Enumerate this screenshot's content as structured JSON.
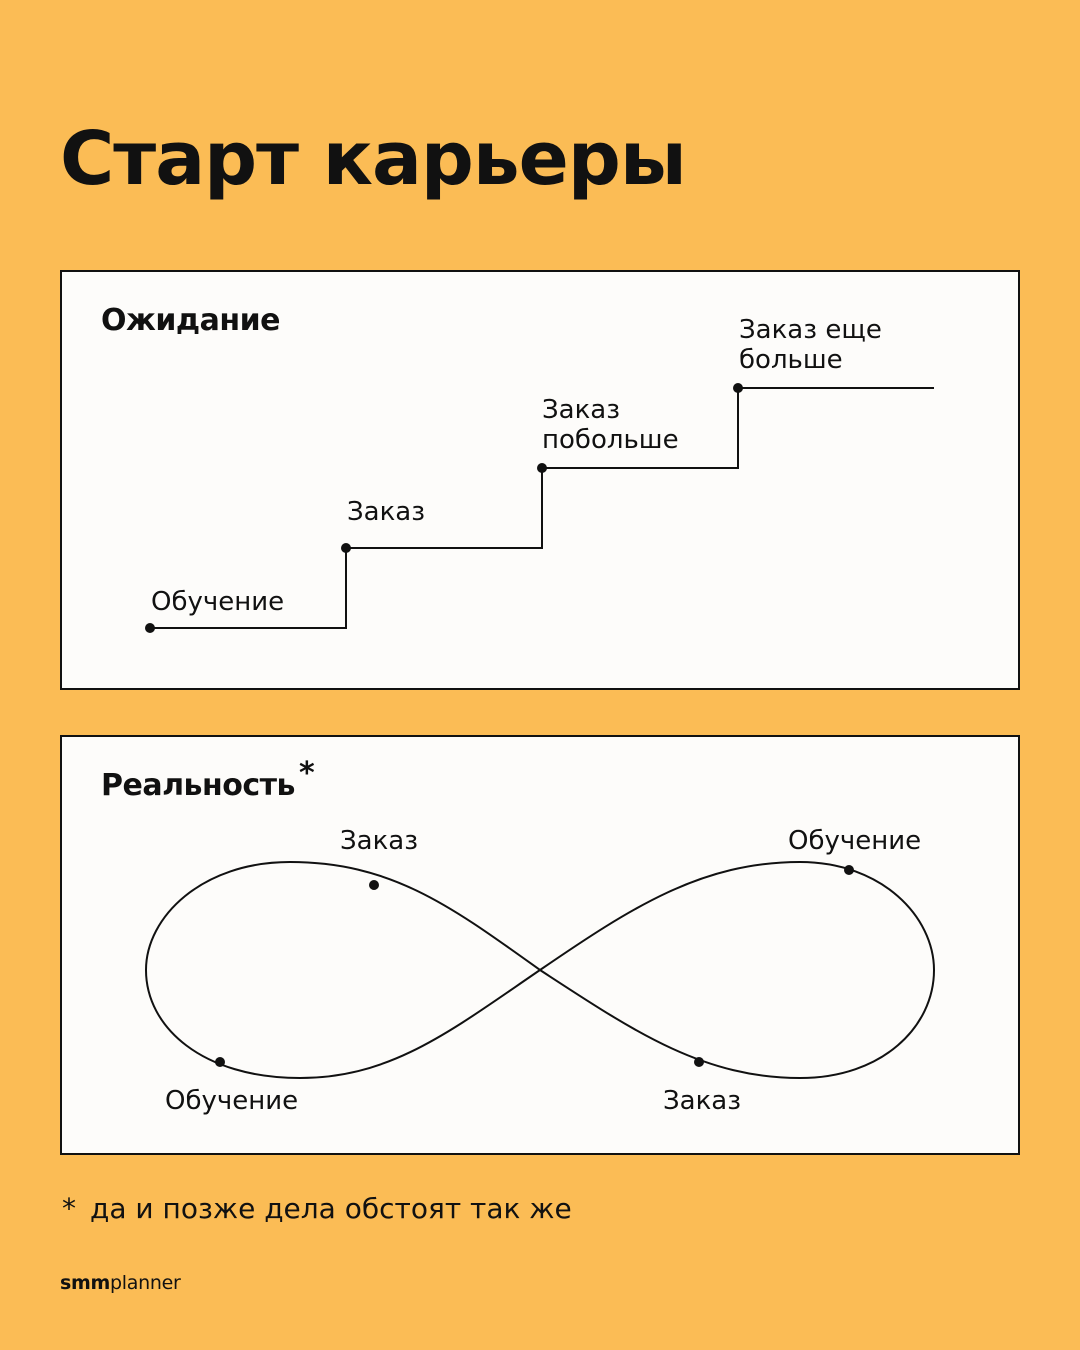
{
  "title": "Старт карьеры",
  "expectation": {
    "heading": "Ожидание",
    "steps": [
      {
        "line1": "Обучение",
        "line2": ""
      },
      {
        "line1": "Заказ",
        "line2": ""
      },
      {
        "line1": "Заказ",
        "line2": "побольше"
      },
      {
        "line1": "Заказ еще",
        "line2": "больше"
      }
    ]
  },
  "reality": {
    "heading": "Реальность",
    "heading_mark": "*",
    "labels": {
      "top_left": "Заказ",
      "top_right": "Обучение",
      "bottom_left": "Обучение",
      "bottom_right": "Заказ"
    }
  },
  "footnote": {
    "mark": "*",
    "text": "да и позже дела обстоят так же"
  },
  "logo": {
    "bold": "smm",
    "regular": "planner"
  },
  "colors": {
    "background": "#fbbc55",
    "panel": "#fdfcfa",
    "ink": "#111111"
  }
}
